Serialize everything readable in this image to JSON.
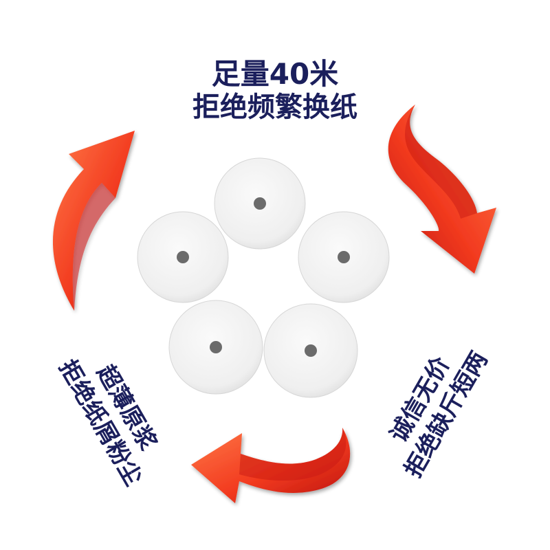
{
  "captions": {
    "top": {
      "line1": "足量40米",
      "line2": "拒绝频繁换纸"
    },
    "left": {
      "line1": "超薄原浆",
      "line2": "拒绝纸屑粉尘"
    },
    "right": {
      "line1": "诚信无价",
      "line2": "拒绝缺斤短两"
    }
  },
  "colors": {
    "arrow_light": "#ff5a34",
    "arrow_dark": "#c41410",
    "caption_text": "#1b1f5c",
    "paper_roll": "#ececec",
    "roll_core": "#6b6b6b"
  },
  "icons": {
    "arrows": [
      "curved-arrow-up-right",
      "curved-arrow-down-right",
      "curved-arrow-left"
    ],
    "rolls": "paper-roll"
  }
}
